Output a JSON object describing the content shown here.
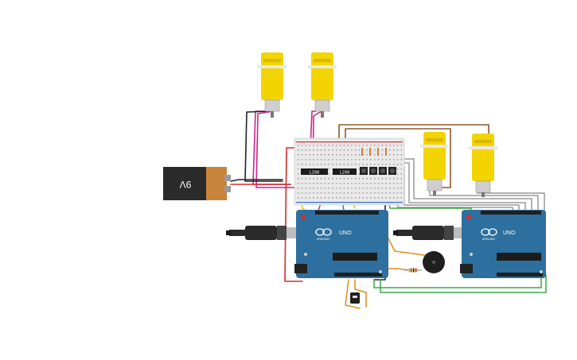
{
  "workspace": {
    "background": "#ffffff"
  },
  "colors": {
    "motor_yellow": "#f2d400",
    "motor_shadow": "#d9b800",
    "arduino_blue": "#2d6f9e",
    "arduino_dark": "#1f4f73",
    "battery_body": "#2b2b2b",
    "battery_cap": "#c9843c",
    "breadboard": "#e9e9e9",
    "wire_red": "#d92b2b",
    "wire_magenta": "#c2268e",
    "wire_brown": "#8b5a2b",
    "wire_gray": "#9a9a9a",
    "wire_orange": "#e08a1e",
    "wire_green": "#3aa845",
    "wire_black": "#222222",
    "wire_blue": "#2f6fd6",
    "wire_yellow": "#e2c21a"
  },
  "battery": {
    "label": "9V"
  },
  "arduino_left": {
    "logo": "UNO",
    "brand": "ARDUINO"
  },
  "arduino_right": {
    "logo": "UNO",
    "brand": "ARDUINO"
  },
  "breadboard": {
    "chip_label_1": "L298",
    "chip_label_2": "L298"
  },
  "components": {
    "motors": [
      "motor-top-left",
      "motor-top-middle",
      "motor-right-1",
      "motor-right-2"
    ],
    "icons": [
      "battery-icon",
      "usb-cable-icon",
      "buzzer-icon",
      "resistor-icon",
      "sensor-icon"
    ]
  }
}
